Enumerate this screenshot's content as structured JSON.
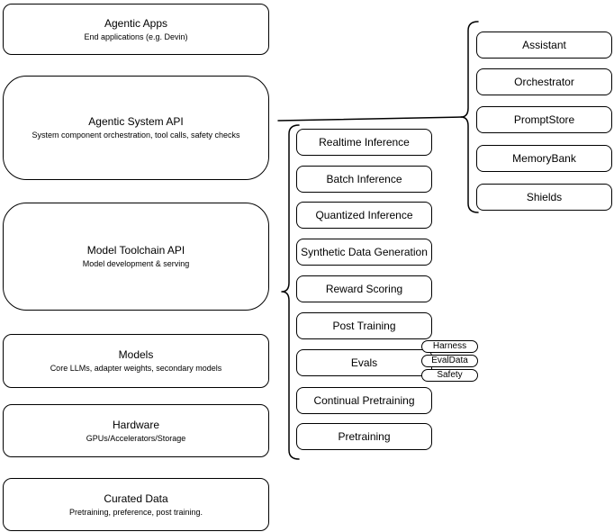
{
  "diagram": {
    "background": "#ffffff",
    "stroke_color": "#000000",
    "text_color": "#000000",
    "layers": [
      {
        "title": "Agentic Apps",
        "subtitle": "End applications (e.g. Devin)"
      },
      {
        "title": "Agentic System API",
        "subtitle": "System component orchestration, tool calls, safety checks"
      },
      {
        "title": "Model Toolchain API",
        "subtitle": "Model development & serving"
      },
      {
        "title": "Models",
        "subtitle": "Core LLMs, adapter weights, secondary models"
      },
      {
        "title": "Hardware",
        "subtitle": "GPUs/Accelerators/Storage"
      },
      {
        "title": "Curated Data",
        "subtitle": "Pretraining, preference, post training."
      }
    ],
    "toolchain_items": [
      {
        "label": "Realtime Inference"
      },
      {
        "label": "Batch Inference"
      },
      {
        "label": "Quantized Inference"
      },
      {
        "label": "Synthetic Data Generation"
      },
      {
        "label": "Reward Scoring"
      },
      {
        "label": "Post Training"
      },
      {
        "label": "Evals"
      },
      {
        "label": "Continual Pretraining"
      },
      {
        "label": "Pretraining"
      }
    ],
    "evals_tags": [
      {
        "label": "Harness"
      },
      {
        "label": "EvalData"
      },
      {
        "label": "Safety"
      }
    ],
    "system_components": [
      {
        "label": "Assistant"
      },
      {
        "label": "Orchestrator"
      },
      {
        "label": "PromptStore"
      },
      {
        "label": "MemoryBank"
      },
      {
        "label": "Shields"
      }
    ]
  }
}
